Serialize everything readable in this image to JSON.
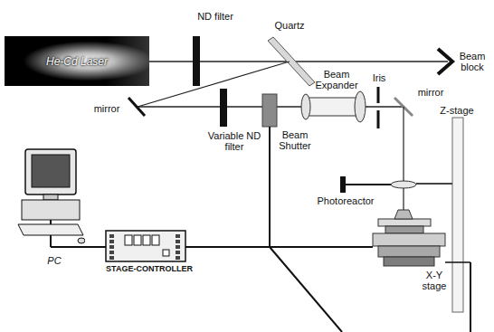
{
  "diagram": {
    "nodes": [
      {
        "text": [
          "He-Cd Laser"
        ]
      },
      {
        "text": [
          "STAGE-CONTROLLER"
        ]
      },
      {
        "text": [
          "PC"
        ]
      }
    ],
    "edges": [
      {
        "from": 2,
        "to": 1,
        "arrow": "none"
      }
    ],
    "labels": [
      "ND filter",
      "Quartz",
      "Beam block",
      "mirror",
      "Variable ND filter",
      "Beam Shutter",
      "Beam Expander",
      "Iris",
      "mirror",
      "Z-stage",
      "Photoreactor",
      "X-Y stage"
    ]
  }
}
